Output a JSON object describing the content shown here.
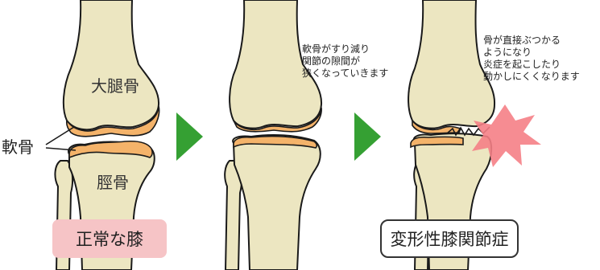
{
  "labels": {
    "femur": "大腿骨",
    "tibia": "脛骨",
    "cartilage": "軟骨",
    "note_narrowing": "軟骨がすり減り\n関節の隙間が\n狭くなっていきます",
    "note_bone_contact": "骨が直接ぶつかる\nようになり\n炎症を起こしたり\n動かしにくくなります",
    "caption_normal": "正常な膝",
    "caption_oa": "変形性膝関節症"
  },
  "colors": {
    "bone": "#ece6c1",
    "bone_outline": "#1a1a1a",
    "cartilage": "#f4b36a",
    "arrow": "#35a033",
    "inflammation": "#f57f86",
    "caption_normal_bg": "#f6c4c6"
  }
}
